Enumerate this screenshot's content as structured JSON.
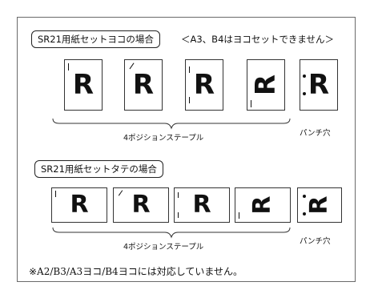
{
  "section_portrait": {
    "label": "SR21用紙セットヨコの場合",
    "restriction_note": "＜A3、B4はヨコセットできません＞",
    "staple_caption": "4ポジションステープル",
    "punch_caption": "パンチ穴"
  },
  "section_landscape": {
    "label": "SR21用紙セットタテの場合",
    "staple_caption": "4ポジションステープル",
    "punch_caption": "パンチ穴"
  },
  "letter": "R",
  "footnote": "※A2/B3/A3ヨコ/B4ヨコには対応していません。"
}
